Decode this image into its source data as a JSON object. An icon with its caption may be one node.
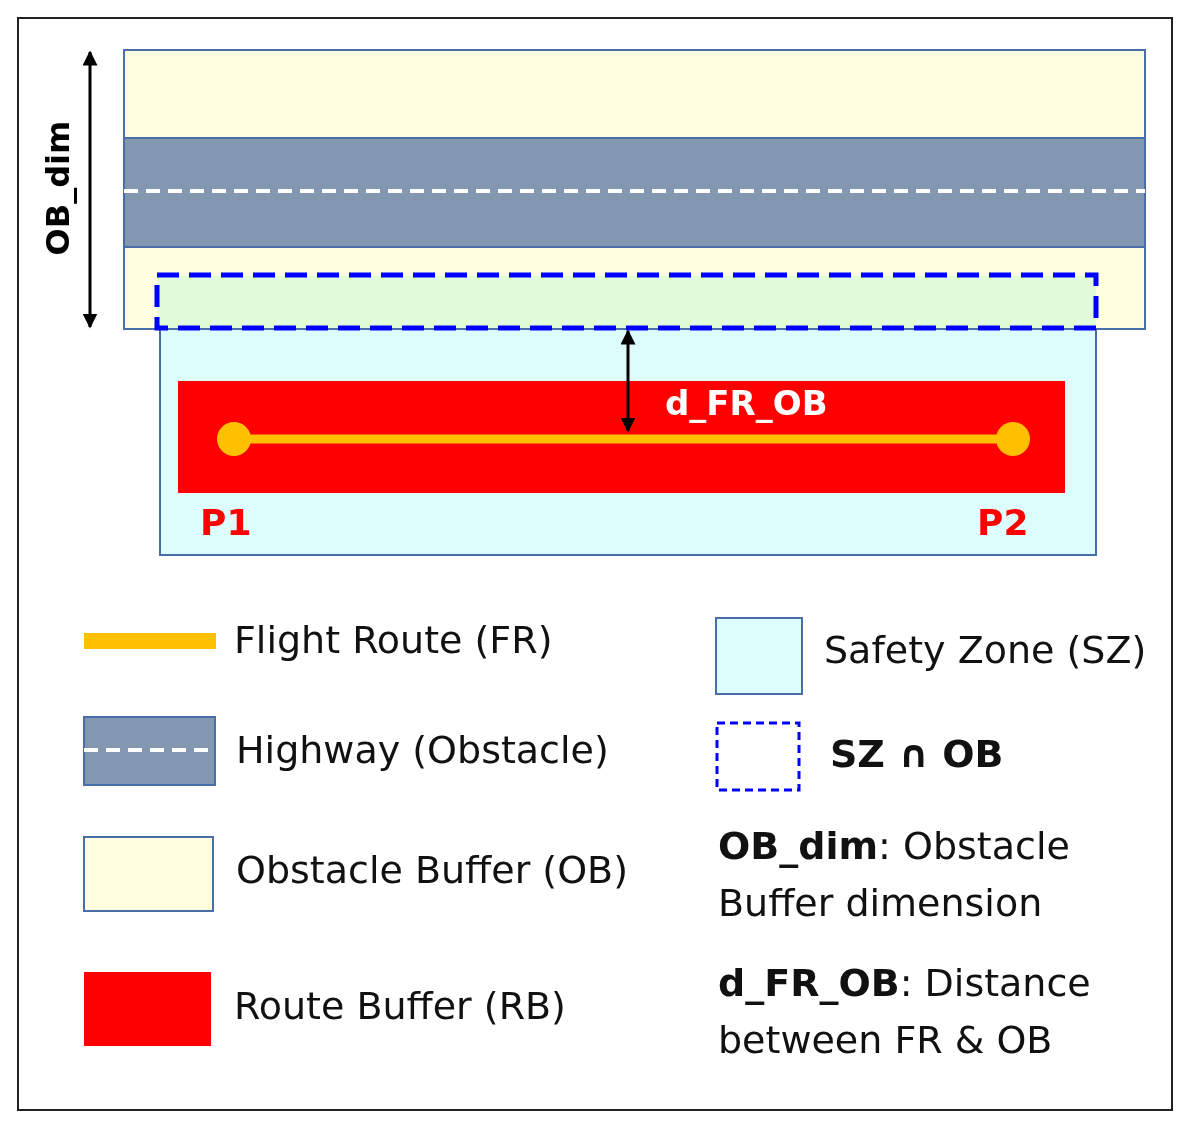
{
  "diagram": {
    "labels": [
      "OB_dim",
      "d_FR_OB",
      "P1",
      "P2",
      "**OB_dim**:  Obstacle Buffer dimension",
      "**d_FR_OB**: Distance between FR & OB"
    ],
    "legend": [
      {
        "text": "Flight Route (FR)"
      },
      {
        "text": "Highway (Obstacle)"
      },
      {
        "text": "Obstacle Buffer (OB)",
        "color": "#fffde0"
      },
      {
        "text": "Route Buffer (RB)",
        "color": "#ff0000"
      },
      {
        "text": "Safety Zone (SZ)",
        "color": "#ddfdfd"
      },
      {
        "text": "SZ ∩ OB"
      }
    ]
  }
}
